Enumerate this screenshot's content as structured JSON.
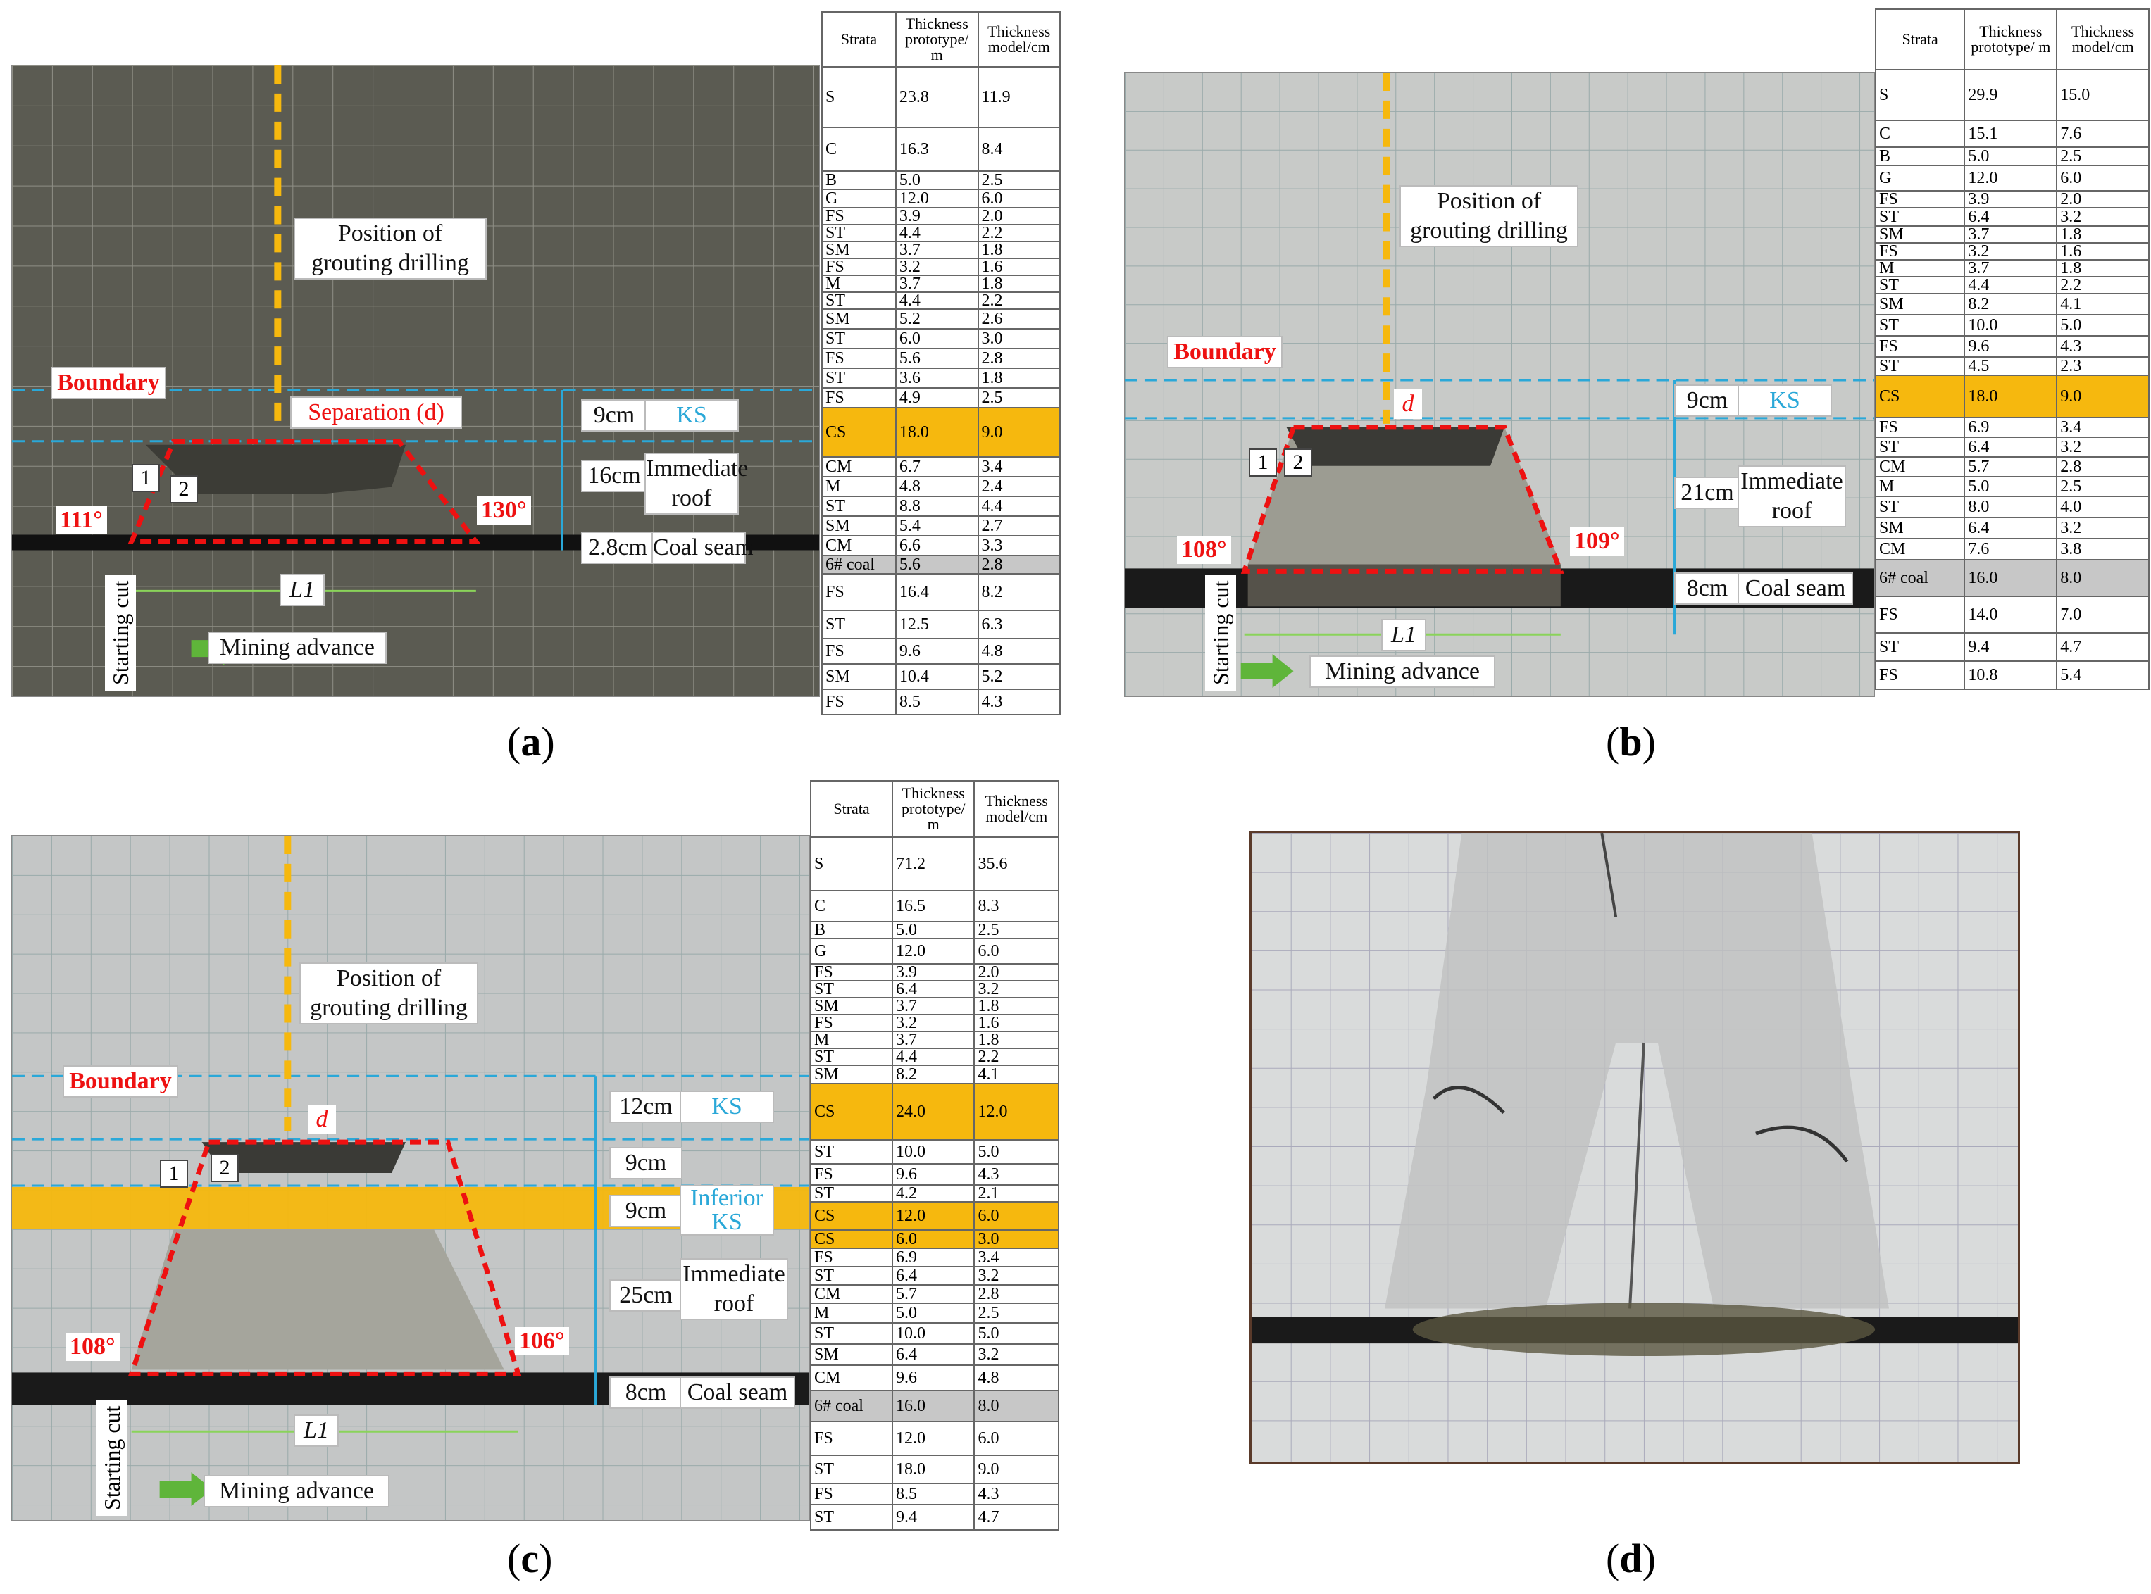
{
  "captions": {
    "a": "a",
    "b": "b",
    "c": "c",
    "d": "d"
  },
  "table_headers": {
    "strata": "Strata",
    "prototype": "Thickness prototype/ m",
    "model": "Thickness model/cm"
  },
  "tables": {
    "a": [
      {
        "s": "S",
        "p": "23.8",
        "m": "11.9",
        "h": 86
      },
      {
        "s": "C",
        "p": "16.3",
        "m": "8.4",
        "h": 62
      },
      {
        "s": "B",
        "p": "5.0",
        "m": "2.5",
        "h": 26
      },
      {
        "s": "G",
        "p": "12.0",
        "m": "6.0",
        "h": 26
      },
      {
        "s": "FS",
        "p": "3.9",
        "m": "2.0",
        "h": 24
      },
      {
        "s": "ST",
        "p": "4.4",
        "m": "2.2",
        "h": 24
      },
      {
        "s": "SM",
        "p": "3.7",
        "m": "1.8",
        "h": 22
      },
      {
        "s": "FS",
        "p": "3.2",
        "m": "1.6",
        "h": 22
      },
      {
        "s": "M",
        "p": "3.7",
        "m": "1.8",
        "h": 22
      },
      {
        "s": "ST",
        "p": "4.4",
        "m": "2.2",
        "h": 24
      },
      {
        "s": "SM",
        "p": "5.2",
        "m": "2.6",
        "h": 28
      },
      {
        "s": "ST",
        "p": "6.0",
        "m": "3.0",
        "h": 28
      },
      {
        "s": "FS",
        "p": "5.6",
        "m": "2.8",
        "h": 28
      },
      {
        "s": "ST",
        "p": "3.6",
        "m": "1.8",
        "h": 28
      },
      {
        "s": "FS",
        "p": "4.9",
        "m": "2.5",
        "h": 28
      },
      {
        "s": "CS",
        "p": "18.0",
        "m": "9.0",
        "h": 70,
        "hl": true
      },
      {
        "s": "CM",
        "p": "6.7",
        "m": "3.4",
        "h": 28
      },
      {
        "s": "M",
        "p": "4.8",
        "m": "2.4",
        "h": 28
      },
      {
        "s": "ST",
        "p": "8.8",
        "m": "4.4",
        "h": 28
      },
      {
        "s": "SM",
        "p": "5.4",
        "m": "2.7",
        "h": 28
      },
      {
        "s": "CM",
        "p": "6.6",
        "m": "3.3",
        "h": 28
      },
      {
        "s": "6# coal",
        "p": "5.6",
        "m": "2.8",
        "h": 26,
        "gr": true
      },
      {
        "s": "FS",
        "p": "16.4",
        "m": "8.2",
        "h": 52
      },
      {
        "s": "ST",
        "p": "12.5",
        "m": "6.3",
        "h": 40
      },
      {
        "s": "FS",
        "p": "9.6",
        "m": "4.8",
        "h": 36
      },
      {
        "s": "SM",
        "p": "10.4",
        "m": "5.2",
        "h": 36
      },
      {
        "s": "FS",
        "p": "8.5",
        "m": "4.3",
        "h": 36
      }
    ],
    "b": [
      {
        "s": "S",
        "p": "29.9",
        "m": "15.0",
        "h": 72
      },
      {
        "s": "C",
        "p": "15.1",
        "m": "7.6",
        "h": 38
      },
      {
        "s": "B",
        "p": "5.0",
        "m": "2.5",
        "h": 26
      },
      {
        "s": "G",
        "p": "12.0",
        "m": "6.0",
        "h": 36
      },
      {
        "s": "FS",
        "p": "3.9",
        "m": "2.0",
        "h": 24
      },
      {
        "s": "ST",
        "p": "6.4",
        "m": "3.2",
        "h": 26
      },
      {
        "s": "SM",
        "p": "3.7",
        "m": "1.8",
        "h": 22
      },
      {
        "s": "FS",
        "p": "3.2",
        "m": "1.6",
        "h": 22
      },
      {
        "s": "M",
        "p": "3.7",
        "m": "1.8",
        "h": 22
      },
      {
        "s": "ST",
        "p": "4.4",
        "m": "2.2",
        "h": 24
      },
      {
        "s": "SM",
        "p": "8.2",
        "m": "4.1",
        "h": 30
      },
      {
        "s": "ST",
        "p": "10.0",
        "m": "5.0",
        "h": 30
      },
      {
        "s": "FS",
        "p": "9.6",
        "m": "4.3",
        "h": 30
      },
      {
        "s": "ST",
        "p": "4.5",
        "m": "2.3",
        "h": 26
      },
      {
        "s": "CS",
        "p": "18.0",
        "m": "9.0",
        "h": 60,
        "hl": true
      },
      {
        "s": "FS",
        "p": "6.9",
        "m": "3.4",
        "h": 28
      },
      {
        "s": "ST",
        "p": "6.4",
        "m": "3.2",
        "h": 28
      },
      {
        "s": "CM",
        "p": "5.7",
        "m": "2.8",
        "h": 28
      },
      {
        "s": "M",
        "p": "5.0",
        "m": "2.5",
        "h": 28
      },
      {
        "s": "ST",
        "p": "8.0",
        "m": "4.0",
        "h": 30
      },
      {
        "s": "SM",
        "p": "6.4",
        "m": "3.2",
        "h": 30
      },
      {
        "s": "CM",
        "p": "7.6",
        "m": "3.8",
        "h": 30
      },
      {
        "s": "6# coal",
        "p": "16.0",
        "m": "8.0",
        "h": 52,
        "gr": true
      },
      {
        "s": "FS",
        "p": "14.0",
        "m": "7.0",
        "h": 52
      },
      {
        "s": "ST",
        "p": "9.4",
        "m": "4.7",
        "h": 40
      },
      {
        "s": "FS",
        "p": "10.8",
        "m": "5.4",
        "h": 40
      }
    ],
    "c": [
      {
        "s": "S",
        "p": "71.2",
        "m": "35.6",
        "h": 76
      },
      {
        "s": "C",
        "p": "16.5",
        "m": "8.3",
        "h": 44
      },
      {
        "s": "B",
        "p": "5.0",
        "m": "2.5",
        "h": 24
      },
      {
        "s": "G",
        "p": "12.0",
        "m": "6.0",
        "h": 36
      },
      {
        "s": "FS",
        "p": "3.9",
        "m": "2.0",
        "h": 22
      },
      {
        "s": "ST",
        "p": "6.4",
        "m": "3.2",
        "h": 24
      },
      {
        "s": "SM",
        "p": "3.7",
        "m": "1.8",
        "h": 20
      },
      {
        "s": "FS",
        "p": "3.2",
        "m": "1.6",
        "h": 20
      },
      {
        "s": "M",
        "p": "3.7",
        "m": "1.8",
        "h": 20
      },
      {
        "s": "ST",
        "p": "4.4",
        "m": "2.2",
        "h": 22
      },
      {
        "s": "SM",
        "p": "8.2",
        "m": "4.1",
        "h": 26
      },
      {
        "s": "CS",
        "p": "24.0",
        "m": "12.0",
        "h": 80,
        "hl": true
      },
      {
        "s": "ST",
        "p": "10.0",
        "m": "5.0",
        "h": 34
      },
      {
        "s": "FS",
        "p": "9.6",
        "m": "4.3",
        "h": 30
      },
      {
        "s": "ST",
        "p": "4.2",
        "m": "2.1",
        "h": 22
      },
      {
        "s": "CS",
        "p": "12.0",
        "m": "6.0",
        "h": 40,
        "hl": true
      },
      {
        "s": "CS",
        "p": "6.0",
        "m": "3.0",
        "h": 26,
        "hl": true
      },
      {
        "s": "FS",
        "p": "6.9",
        "m": "3.4",
        "h": 26
      },
      {
        "s": "ST",
        "p": "6.4",
        "m": "3.2",
        "h": 26
      },
      {
        "s": "CM",
        "p": "5.7",
        "m": "2.8",
        "h": 26
      },
      {
        "s": "M",
        "p": "5.0",
        "m": "2.5",
        "h": 28
      },
      {
        "s": "ST",
        "p": "10.0",
        "m": "5.0",
        "h": 30
      },
      {
        "s": "SM",
        "p": "6.4",
        "m": "3.2",
        "h": 30
      },
      {
        "s": "CM",
        "p": "9.6",
        "m": "4.8",
        "h": 36
      },
      {
        "s": "6# coal",
        "p": "16.0",
        "m": "8.0",
        "h": 44,
        "gr": true
      },
      {
        "s": "FS",
        "p": "12.0",
        "m": "6.0",
        "h": 48
      },
      {
        "s": "ST",
        "p": "18.0",
        "m": "9.0",
        "h": 40
      },
      {
        "s": "FS",
        "p": "8.5",
        "m": "4.3",
        "h": 30
      },
      {
        "s": "ST",
        "p": "9.4",
        "m": "4.7",
        "h": 36
      }
    ]
  },
  "panel_a": {
    "drilling": "Position of grouting drilling",
    "boundary": "Boundary",
    "separation": "Separation (d)",
    "angle_left": "111°",
    "angle_right": "130°",
    "ks_thick": "9cm",
    "ks": "KS",
    "roof_thick": "16cm",
    "roof": "Immediate roof",
    "seam_thick": "2.8cm",
    "seam": "Coal seam",
    "l1": "L1",
    "starting": "Starting cut",
    "advance": "Mining advance",
    "n1": "1",
    "n2": "2"
  },
  "panel_b": {
    "drilling": "Position of grouting drilling",
    "boundary": "Boundary",
    "d": "d",
    "angle_left": "108°",
    "angle_right": "109°",
    "ks_thick": "9cm",
    "ks": "KS",
    "roof_thick": "21cm",
    "roof": "Immediate roof",
    "seam_thick": "8cm",
    "seam": "Coal seam",
    "l1": "L1",
    "starting": "Starting cut",
    "advance": "Mining advance",
    "n1": "1",
    "n2": "2"
  },
  "panel_c": {
    "drilling": "Position of grouting drilling",
    "boundary": "Boundary",
    "d": "d",
    "angle_left": "108°",
    "angle_right": "106°",
    "ks_thick": "12cm",
    "ks": "KS",
    "mid_thick": "9cm",
    "inf_thick": "9cm",
    "inf": "Inferior KS",
    "roof_thick": "25cm",
    "roof": "Immediate roof",
    "seam_thick": "8cm",
    "seam": "Coal seam",
    "l1": "L1",
    "starting": "Starting cut",
    "advance": "Mining advance",
    "n1": "1",
    "n2": "2"
  }
}
